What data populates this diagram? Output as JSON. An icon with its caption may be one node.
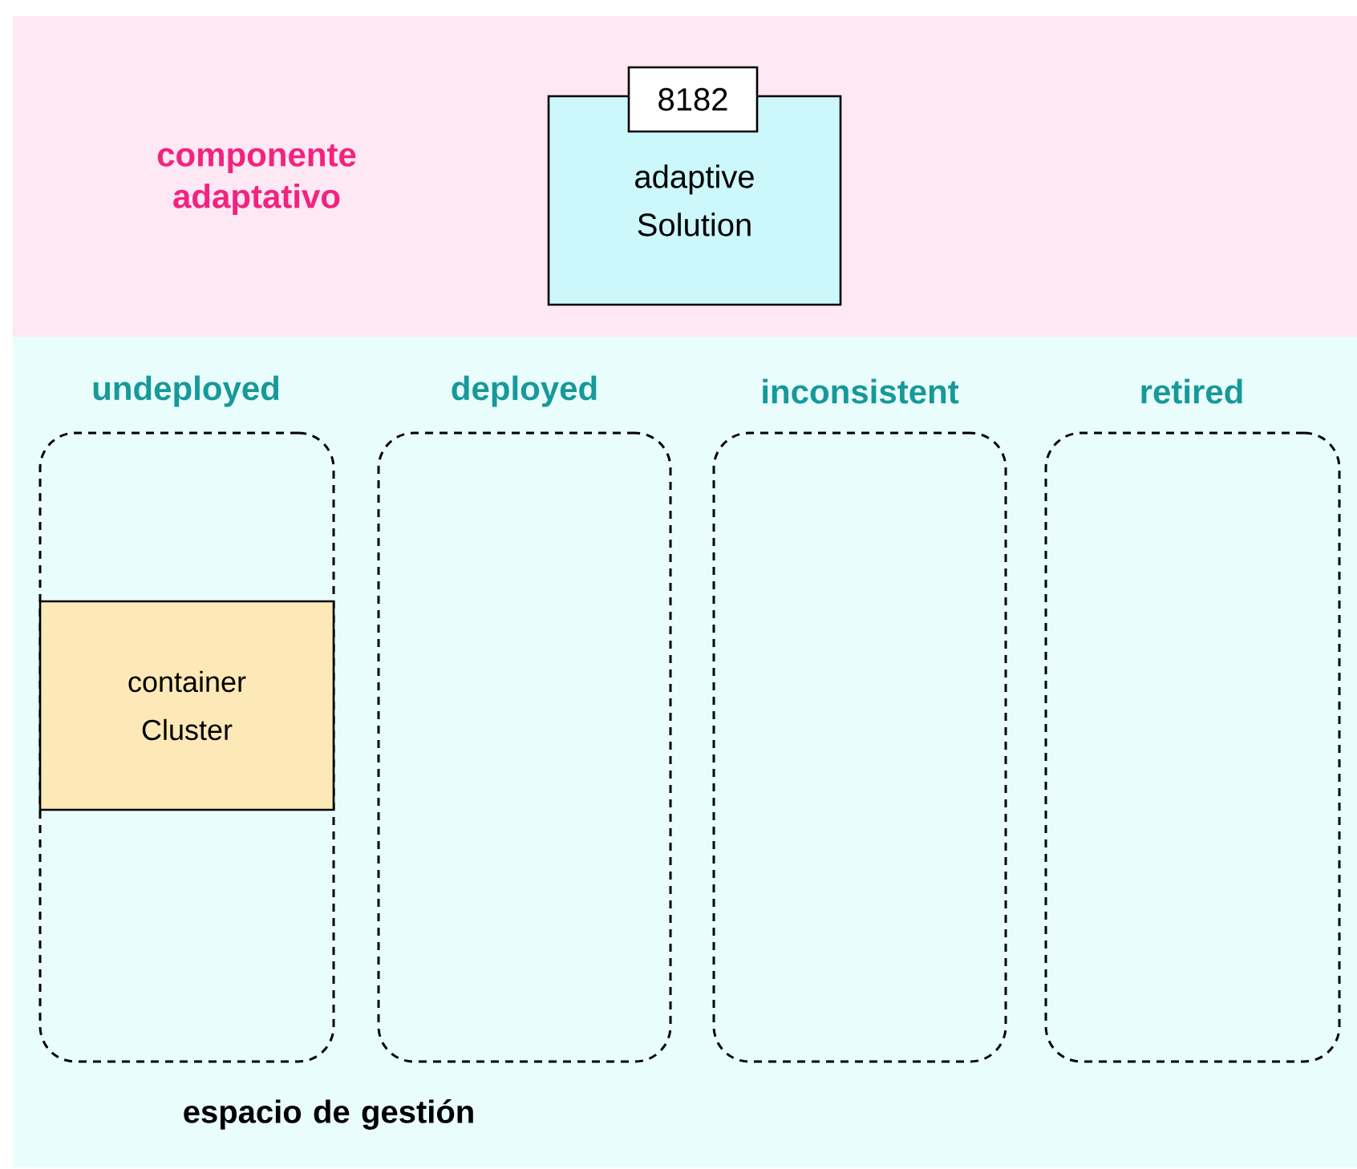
{
  "diagram": {
    "nodes": [
      {
        "text": [
          "componente adaptativo"
        ]
      },
      {
        "text": [
          "adaptive Solution"
        ],
        "in": 0
      },
      {
        "text": [
          "8182"
        ],
        "in": 0
      },
      {
        "text": [
          "espacio de gestión"
        ]
      },
      {
        "text": [
          "undeployed"
        ],
        "in": 3
      },
      {
        "text": [
          "deployed"
        ],
        "in": 3
      },
      {
        "text": [
          "inconsistent"
        ],
        "in": 3
      },
      {
        "text": [
          "retired"
        ],
        "in": 3
      },
      {
        "text": [
          "container Cluster"
        ],
        "in": 4
      }
    ]
  }
}
